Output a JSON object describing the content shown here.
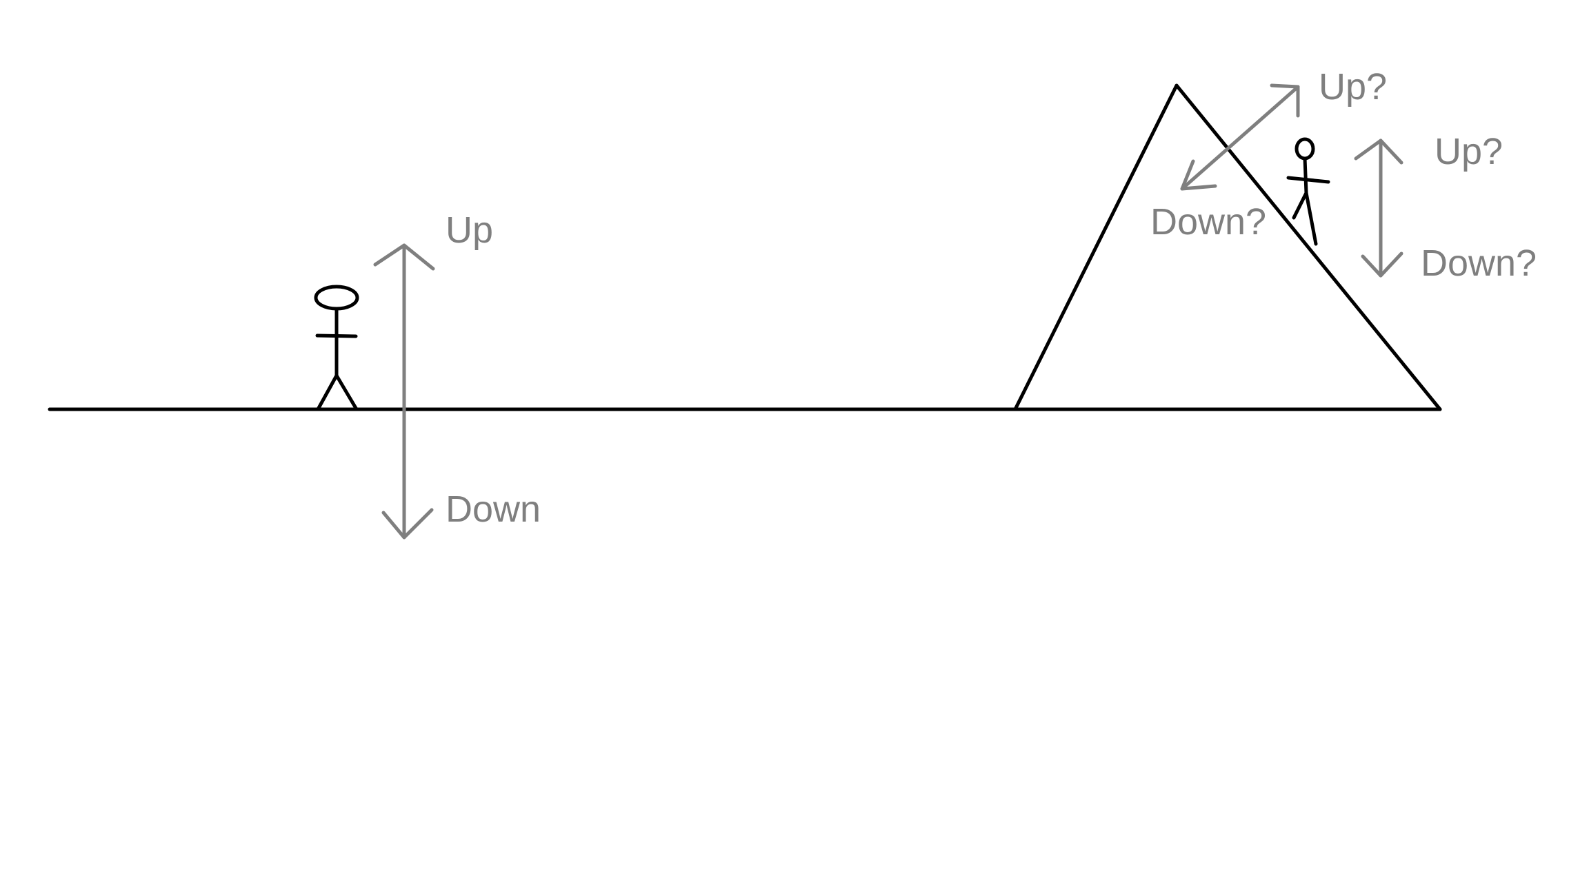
{
  "labels": {
    "flat_up": "Up",
    "flat_down": "Down",
    "slope_diag_up": "Up?",
    "slope_diag_down": "Down?",
    "slope_vert_up": "Up?",
    "slope_vert_down": "Down?"
  },
  "colors": {
    "ink": "#000000",
    "arrow": "#7f7f7f",
    "background": "#ffffff"
  }
}
